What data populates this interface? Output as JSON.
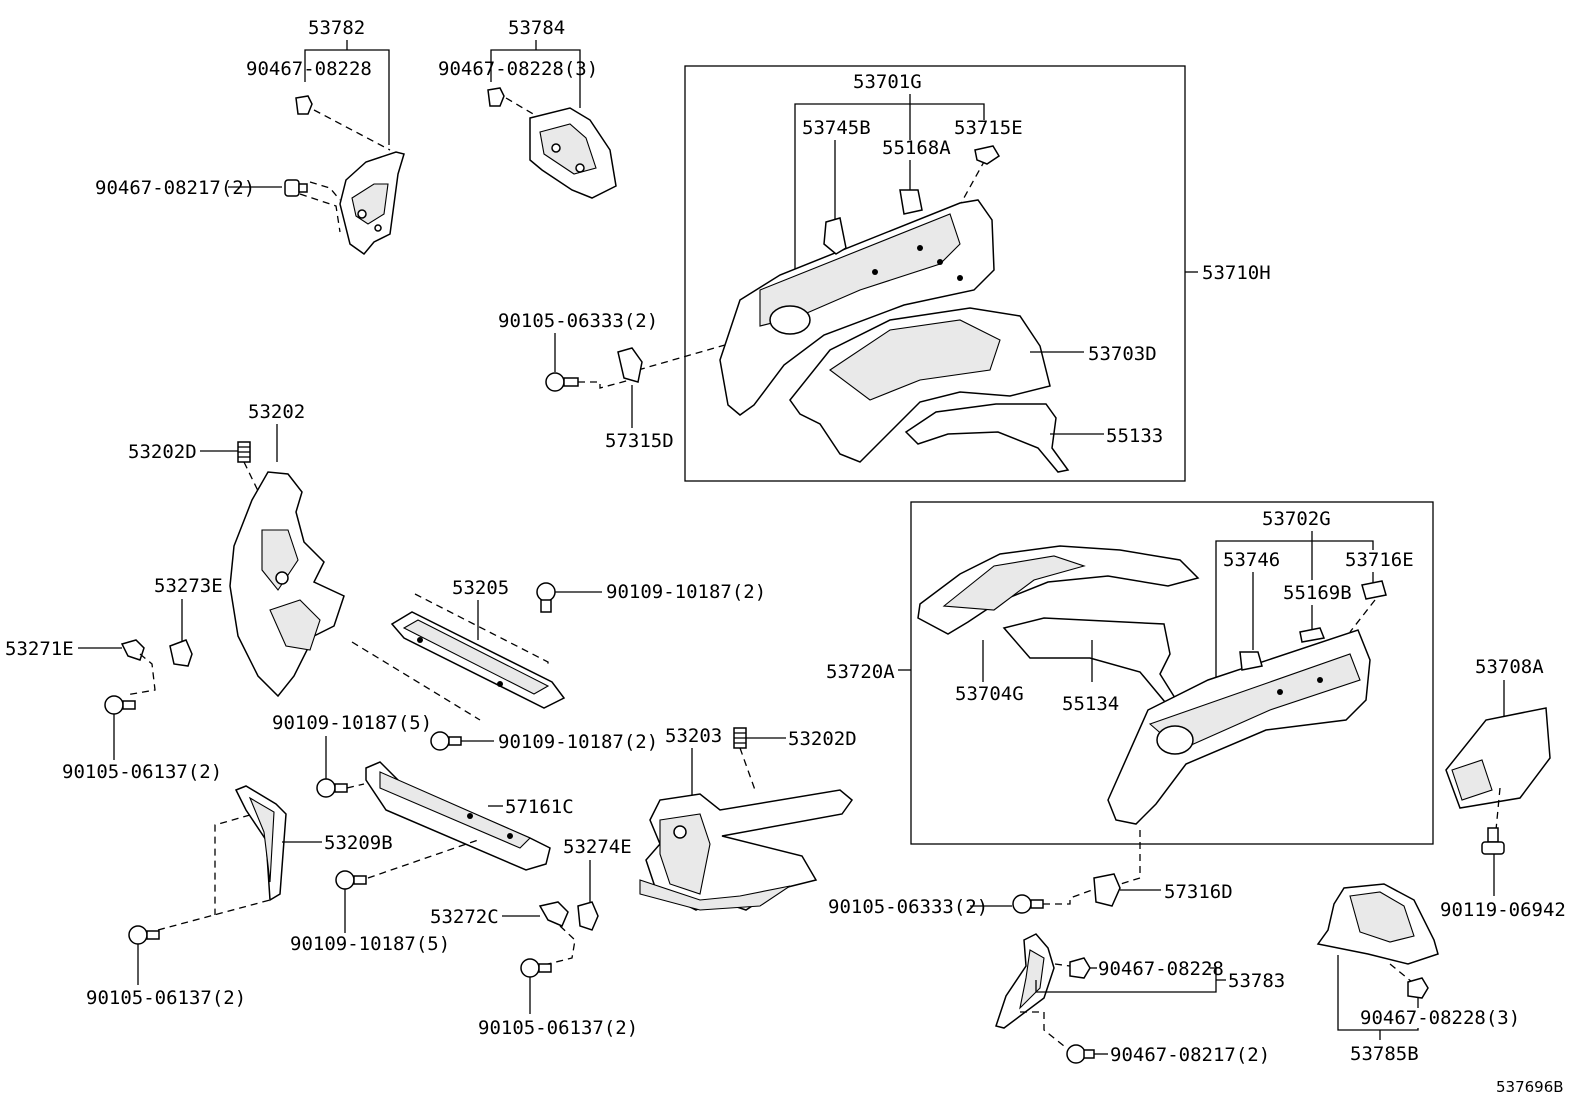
{
  "labels": {
    "p53782": "53782",
    "p90467_08228_a": "90467-08228",
    "p90467_08217_a": "90467-08217(2)",
    "p53784": "53784",
    "p90467_08228_3a": "90467-08228(3)",
    "p53701G": "53701G",
    "p53745B": "53745B",
    "p55168A": "55168A",
    "p53715E": "53715E",
    "p53710H": "53710H",
    "p90105_06333_a": "90105-06333(2)",
    "p53703D": "53703D",
    "p57315D": "57315D",
    "p55133": "55133",
    "p53202": "53202",
    "p53202D_a": "53202D",
    "p53273E": "53273E",
    "p53271E": "53271E",
    "p53205": "53205",
    "p90109_10187_2a": "90109-10187(2)",
    "p90105_06137_a": "90105-06137(2)",
    "p90109_10187_5a": "90109-10187(5)",
    "p90109_10187_2b": "90109-10187(2)",
    "p53203": "53203",
    "p53202D_b": "53202D",
    "p57161C": "57161C",
    "p53209B": "53209B",
    "p53274E": "53274E",
    "p53272C": "53272C",
    "p90109_10187_5b": "90109-10187(5)",
    "p90105_06137_b": "90105-06137(2)",
    "p90105_06137_c": "90105-06137(2)",
    "p53702G": "53702G",
    "p53746": "53746",
    "p53716E": "53716E",
    "p55169B": "55169B",
    "p53720A": "53720A",
    "p53704G": "53704G",
    "p55134": "55134",
    "p53708A": "53708A",
    "p90105_06333_b": "90105-06333(2)",
    "p57316D": "57316D",
    "p90119_06942": "90119-06942",
    "p90467_08228_b": "90467-08228",
    "p53783": "53783",
    "p90467_08228_3b": "90467-08228(3)",
    "p90467_08217_b": "90467-08217(2)",
    "p53785B": "53785B"
  },
  "diagram_code": "537696B"
}
